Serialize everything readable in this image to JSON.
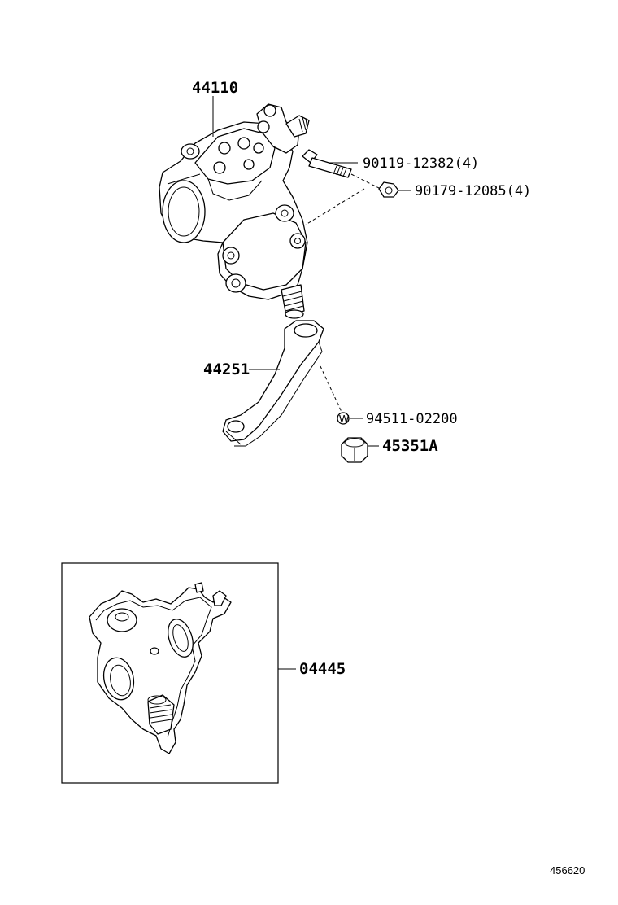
{
  "parts": {
    "gear_housing": "44110",
    "bolt": "90119-12382(4)",
    "nut": "90179-12085(4)",
    "pitman_arm": "44251",
    "washer": "94511-02200",
    "washer_mark": "W",
    "pitman_nut": "45351A",
    "gasket_kit": "04445"
  },
  "figure_id": "456620"
}
